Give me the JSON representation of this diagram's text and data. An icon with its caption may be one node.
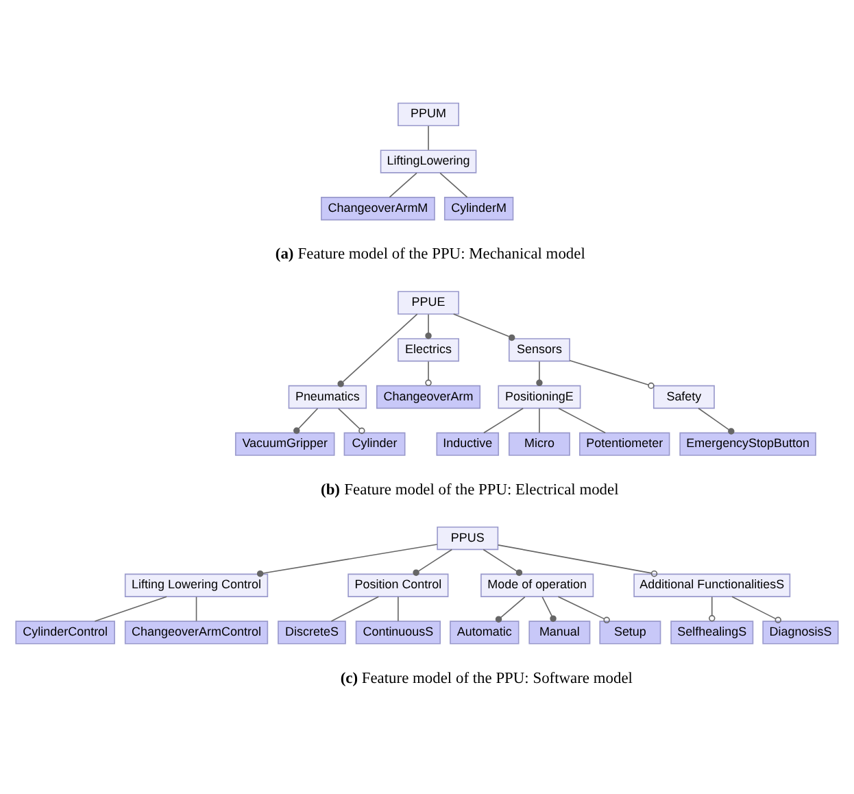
{
  "diagram": {
    "nodes": [
      {
        "text": [
          "PPUM"
        ]
      },
      {
        "text": [
          "LiftingLowering"
        ]
      },
      {
        "text": [
          "ChangeoverArmM"
        ]
      },
      {
        "text": [
          "CylinderM"
        ]
      },
      {
        "text": [
          "PPUE"
        ]
      },
      {
        "text": [
          "Pneumatics"
        ]
      },
      {
        "text": [
          "Electrics"
        ]
      },
      {
        "text": [
          "Sensors"
        ]
      },
      {
        "text": [
          "VacuumGripper"
        ]
      },
      {
        "text": [
          "Cylinder"
        ]
      },
      {
        "text": [
          "ChangeoverArm"
        ]
      },
      {
        "text": [
          "PositioningE"
        ]
      },
      {
        "text": [
          "Safety"
        ]
      },
      {
        "text": [
          "Inductive"
        ]
      },
      {
        "text": [
          "Micro"
        ]
      },
      {
        "text": [
          "Potentiometer"
        ]
      },
      {
        "text": [
          "EmergencyStopButton"
        ]
      },
      {
        "text": [
          "PPUS"
        ]
      },
      {
        "text": [
          "Lifting Lowering Control"
        ]
      },
      {
        "text": [
          "Position Control"
        ]
      },
      {
        "text": [
          "Mode of operation"
        ]
      },
      {
        "text": [
          "Additional FunctionalitiesS"
        ]
      },
      {
        "text": [
          "CylinderControl"
        ]
      },
      {
        "text": [
          "ChangeoverArmControl"
        ]
      },
      {
        "text": [
          "DiscreteS"
        ]
      },
      {
        "text": [
          "ContinuousS"
        ]
      },
      {
        "text": [
          "Automatic"
        ]
      },
      {
        "text": [
          "Manual"
        ]
      },
      {
        "text": [
          "Setup"
        ]
      },
      {
        "text": [
          "SelfhealingS"
        ]
      },
      {
        "text": [
          "DiagnosisS"
        ]
      }
    ],
    "edges": [
      {
        "from": 0,
        "to": 1,
        "arrow": "none"
      },
      {
        "from": 1,
        "to": 2,
        "arrow": "none"
      },
      {
        "from": 1,
        "to": 3,
        "arrow": "none"
      },
      {
        "from": 4,
        "to": 5,
        "arrow": "other"
      },
      {
        "from": 4,
        "to": 6,
        "arrow": "other"
      },
      {
        "from": 4,
        "to": 7,
        "arrow": "other"
      },
      {
        "from": 5,
        "to": 8,
        "arrow": "other"
      },
      {
        "from": 5,
        "to": 9,
        "arrow": "other"
      },
      {
        "from": 6,
        "to": 10,
        "arrow": "other"
      },
      {
        "from": 7,
        "to": 11,
        "arrow": "other"
      },
      {
        "from": 7,
        "to": 12,
        "arrow": "other"
      },
      {
        "from": 11,
        "to": 13,
        "arrow": "none"
      },
      {
        "from": 11,
        "to": 14,
        "arrow": "none"
      },
      {
        "from": 11,
        "to": 15,
        "arrow": "none"
      },
      {
        "from": 12,
        "to": 16,
        "arrow": "other"
      },
      {
        "from": 17,
        "to": 18,
        "arrow": "other"
      },
      {
        "from": 17,
        "to": 19,
        "arrow": "other"
      },
      {
        "from": 17,
        "to": 20,
        "arrow": "other"
      },
      {
        "from": 17,
        "to": 21,
        "arrow": "other"
      },
      {
        "from": 18,
        "to": 22,
        "arrow": "none"
      },
      {
        "from": 18,
        "to": 23,
        "arrow": "none"
      },
      {
        "from": 19,
        "to": 24,
        "arrow": "none"
      },
      {
        "from": 19,
        "to": 25,
        "arrow": "none"
      },
      {
        "from": 20,
        "to": 26,
        "arrow": "other"
      },
      {
        "from": 20,
        "to": 27,
        "arrow": "other"
      },
      {
        "from": 20,
        "to": 28,
        "arrow": "other"
      },
      {
        "from": 21,
        "to": 29,
        "arrow": "other"
      },
      {
        "from": 21,
        "to": 30,
        "arrow": "other"
      }
    ],
    "labels": [
      "**(a)** Feature model of the PPU: Mechanical model",
      "**(b)** Feature model of the PPU: Electrical model",
      "**(c)** Feature model of the PPU: Software model"
    ]
  }
}
